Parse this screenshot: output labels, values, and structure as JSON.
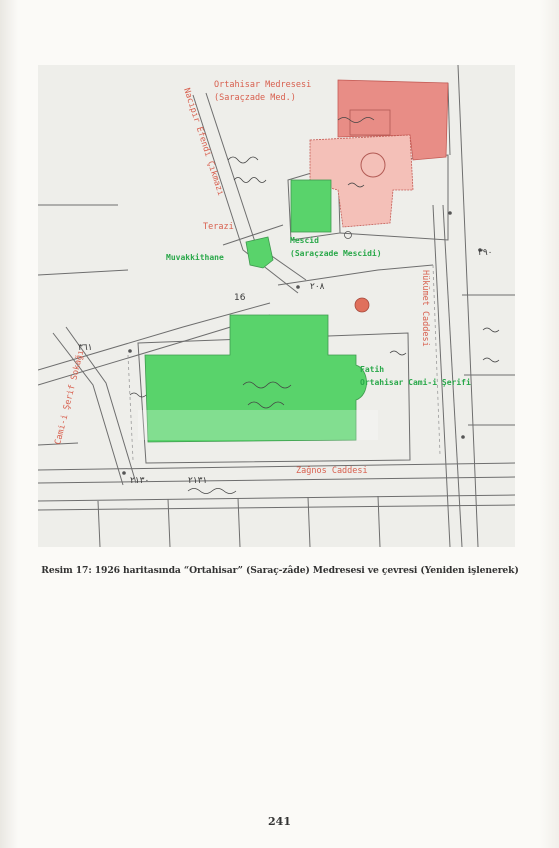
{
  "map": {
    "labels": {
      "ortahisar_medresesi": "Ortahisar Medresesi",
      "saraczade_med": "(Saraçzade Med.)",
      "nacipir_efendi_cikmazi": "Nacipir Efendi Çıkmazı",
      "terazi": "Terazi",
      "muvakkithane": "Muvakkithane",
      "mescid": "Mescid",
      "saraczade_mescidi": "(Saraçzade Mescidi)",
      "hukumet_caddesi": "Hükümet Caddesi",
      "fatih": "Fatih",
      "ortahisar_camii": "Ortahisar Cami-i Şerifi",
      "cami_i_serif_sokagi": "Cami-i Şerif Sokağı",
      "zagnos_caddesi": "Zağnos Caddesi",
      "parcel_16": "16",
      "parcel_261": "٣٦١",
      "parcel_390": "٣٩٠",
      "parcel_2130": "٢١٣٠",
      "parcel_2131": "٢١٣١",
      "parcel_208": "٢٠٨"
    },
    "colors": {
      "green_fill": "#59d36b",
      "red_fill": "#e88d86",
      "label_red": "#d8604f",
      "label_green": "#2aa84a"
    }
  },
  "caption": {
    "text": "Resim 17: 1926 haritasında “Ortahisar” (Saraç-zâde) Medresesi ve çevresi (Yeniden işlenerek)"
  },
  "page_number": "241"
}
